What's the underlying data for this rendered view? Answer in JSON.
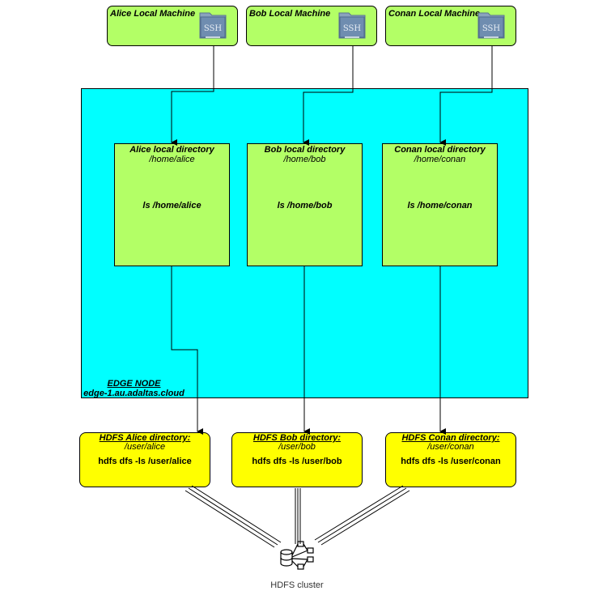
{
  "machines": [
    {
      "title": "Alice Local Machine",
      "icon_text": "SSH"
    },
    {
      "title": "Bob Local Machine",
      "icon_text": "SSH"
    },
    {
      "title": "Conan Local Machine",
      "icon_text": "SSH"
    }
  ],
  "edge_node": {
    "name": "EDGE NODE",
    "host": "edge-1.au.adaltas.cloud"
  },
  "local_dirs": [
    {
      "title": "Alice local directory",
      "path": "/home/alice",
      "command": "ls /home/alice"
    },
    {
      "title": "Bob local directory",
      "path": "/home/bob",
      "command": "ls /home/bob"
    },
    {
      "title": "Conan local directory",
      "path": "/home/conan",
      "command": "ls /home/conan"
    }
  ],
  "hdfs_dirs": [
    {
      "title": "HDFS Alice directory:",
      "path": "/user/alice",
      "command": "hdfs dfs -ls /user/alice"
    },
    {
      "title": "HDFS Bob directory:",
      "path": "/user/bob",
      "command": "hdfs dfs -ls /user/bob"
    },
    {
      "title": "HDFS Conan directory:",
      "path": "/user/conan",
      "command": "hdfs dfs -ls /user/conan"
    }
  ],
  "cluster": {
    "label": "HDFS cluster",
    "icon": "hdfs-cluster-icon"
  },
  "colors": {
    "machine": "#b3ff66",
    "edge": "#00ffff",
    "hdfs": "#ffff00",
    "line": "#000000"
  }
}
